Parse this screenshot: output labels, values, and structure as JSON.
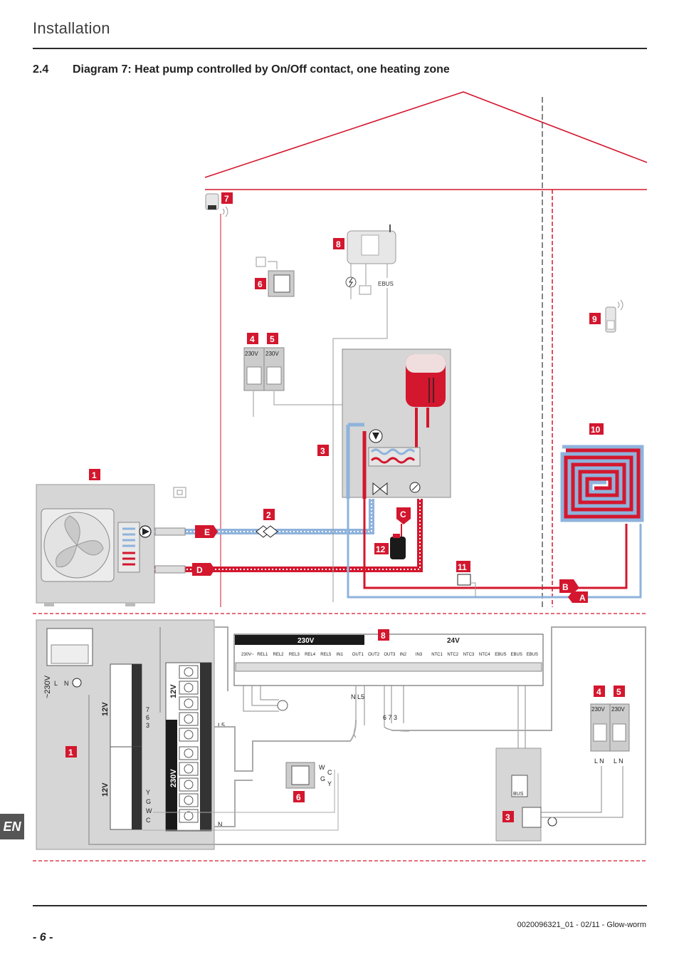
{
  "header": {
    "title": "Installation"
  },
  "section": {
    "number": "2.4",
    "title": "Diagram 7: Heat pump controlled by On/Off contact, one heating zone"
  },
  "side_tab": "EN",
  "footer": {
    "page": "- 6 -",
    "doc_ref": "0020096321_01 - 02/11 - Glow-worm"
  },
  "callouts": {
    "c1": "1",
    "c2": "2",
    "c3": "3",
    "c4": "4",
    "c5": "5",
    "c6": "6",
    "c7": "7",
    "c8": "8",
    "c9": "9",
    "c10": "10",
    "c11": "11",
    "c12": "12",
    "A": "A",
    "B": "B",
    "C": "C",
    "D": "D",
    "E": "E"
  },
  "labels": {
    "v230": "230V",
    "v24": "24V",
    "v12": "12V",
    "ebus": "EBUS",
    "bus": "BUS",
    "mains": "~230V",
    "L": "L",
    "N": "N",
    "L5": "L5",
    "N_L5": "N L5",
    "wcgy": [
      "W",
      "C",
      "G",
      "Y"
    ],
    "ygwc": [
      "Y",
      "G",
      "W",
      "C"
    ],
    "t763": [
      "7",
      "6",
      "3"
    ],
    "t673": "6   7 3"
  },
  "terminal_groups": [
    "230V~",
    "REL1",
    "REL2",
    "REL3",
    "REL4",
    "REL5",
    "IN1",
    "OUT1",
    "OUT2",
    "OUT3",
    "IN2",
    "IN3",
    "NTC1",
    "NTC2",
    "NTC3",
    "NTC4",
    "EBUS",
    "EBUS",
    "EBUS"
  ],
  "colors": {
    "accent": "#d3172e",
    "cold": "#8fb3dc",
    "grey": "#d6d6d6",
    "dark": "#1a1a1a"
  }
}
